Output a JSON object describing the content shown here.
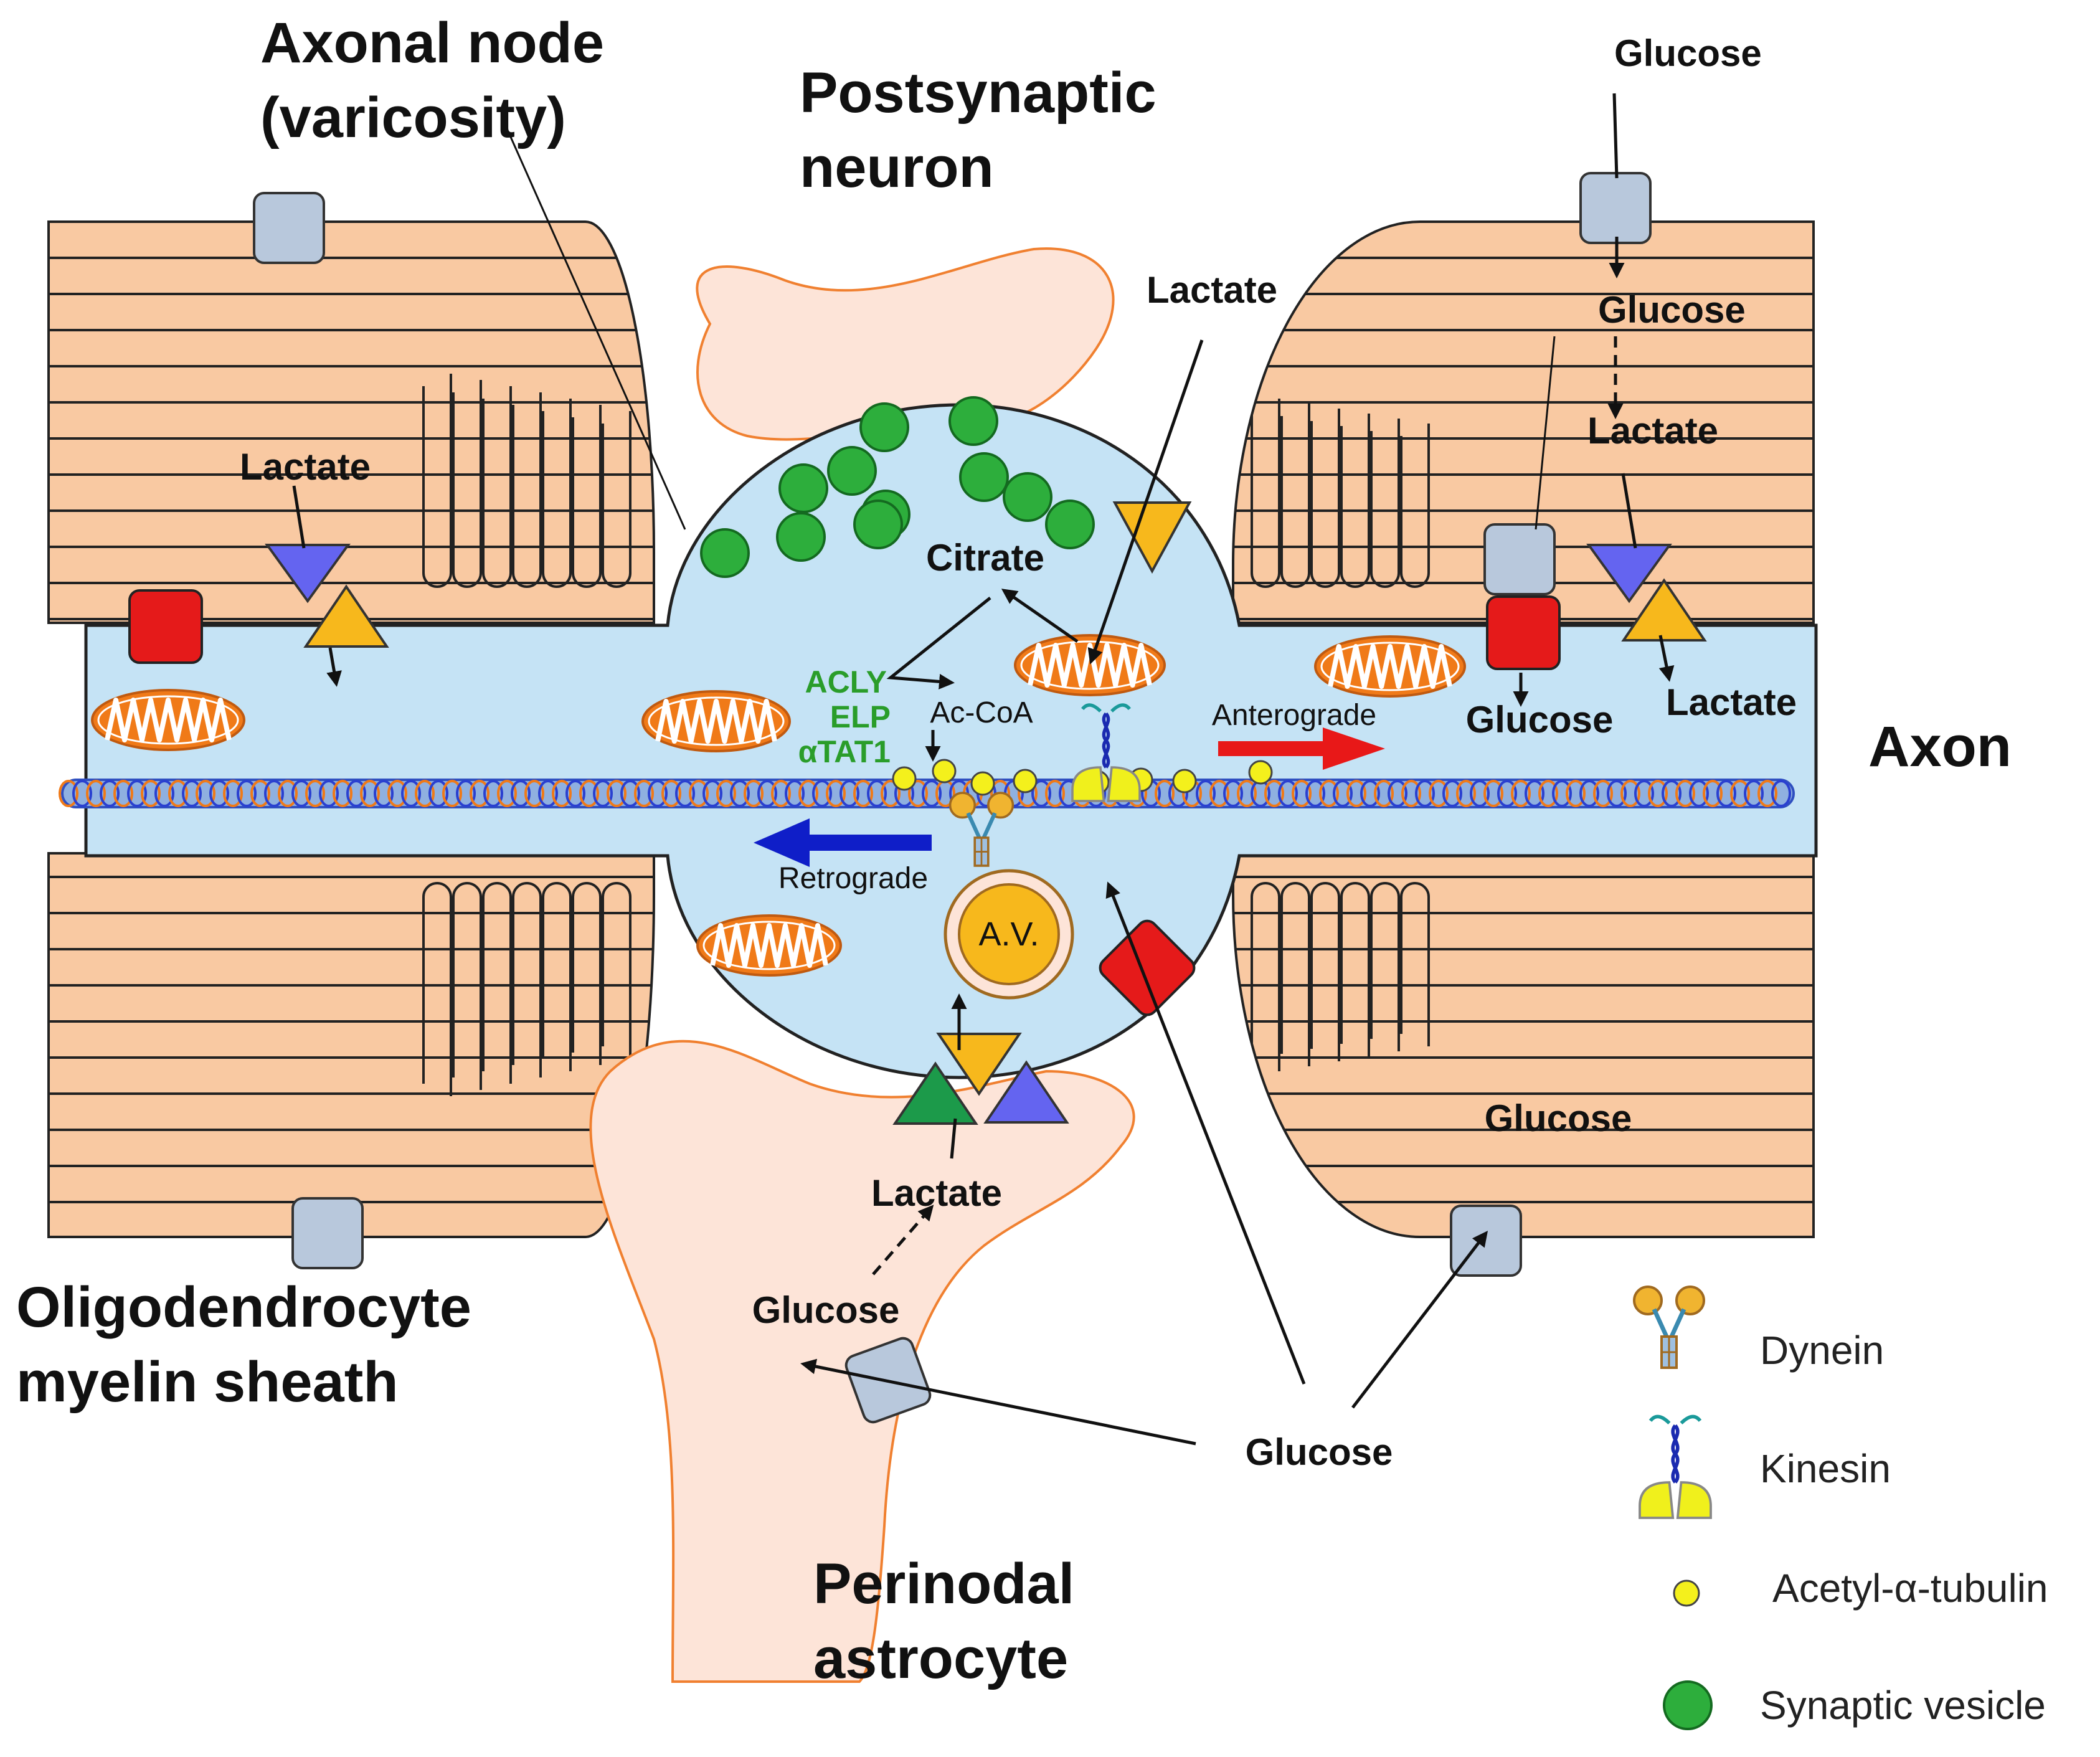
{
  "title_labels": {
    "axonal_node": "Axonal node",
    "varicosity": "(varicosity)",
    "postsynaptic_1": "Postsynaptic",
    "postsynaptic_2": "neuron",
    "axon": "Axon",
    "oligo_1": "Oligodendrocyte",
    "oligo_2": "myelin sheath",
    "astro_1": "Perinodal",
    "astro_2": "astrocyte"
  },
  "metabolites": {
    "glucose": "Glucose",
    "lactate": "Lactate",
    "citrate": "Citrate",
    "acoa": "Ac-CoA"
  },
  "enzymes": {
    "acly": "ACLY",
    "elp": "ELP",
    "atat1": "αTAT1"
  },
  "transport": {
    "anterograde": "Anterograde",
    "retrograde": "Retrograde",
    "av": "A.V."
  },
  "legend": {
    "dynein": "Dynein",
    "kinesin": "Kinesin",
    "acetyl_tubulin": "Acetyl-α-tubulin",
    "synaptic_vesicle": "Synaptic vesicle"
  },
  "colors": {
    "myelin": "#f9c9a2",
    "axoplasm": "#c5e3f5",
    "astrocyte": "#fde4d8",
    "mitochondria": "#f07a18",
    "vesicle": "#2dae3c",
    "transporter_red": "#e51a1a",
    "transporter_gray": "#b8c8dc",
    "mct_blue": "#6464f0",
    "mct_yellow": "#f7b81c",
    "mct_green": "#1c9a4a",
    "anterograde": "#e81818",
    "retrograde": "#0f1ec8",
    "acetyl_dot": "#f4f01c"
  }
}
